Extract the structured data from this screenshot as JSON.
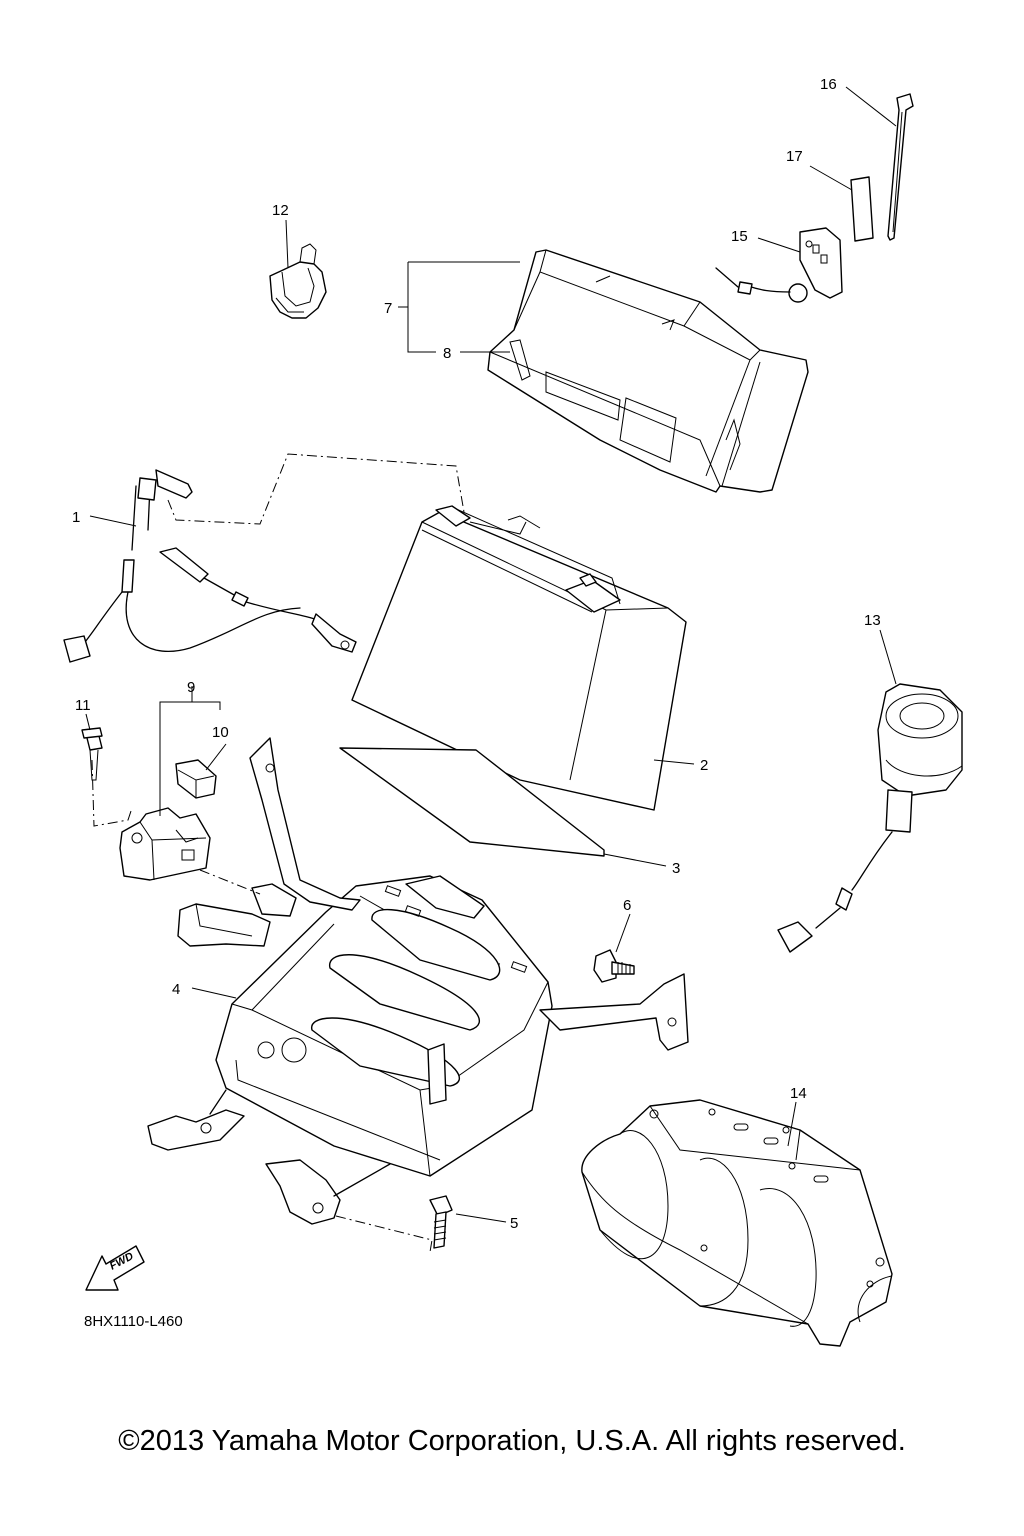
{
  "callouts": [
    {
      "id": "1",
      "label": "1"
    },
    {
      "id": "2",
      "label": "2"
    },
    {
      "id": "3",
      "label": "3"
    },
    {
      "id": "4",
      "label": "4"
    },
    {
      "id": "5",
      "label": "5"
    },
    {
      "id": "6",
      "label": "6"
    },
    {
      "id": "7",
      "label": "7"
    },
    {
      "id": "8",
      "label": "8"
    },
    {
      "id": "9",
      "label": "9"
    },
    {
      "id": "10",
      "label": "10"
    },
    {
      "id": "11",
      "label": "11"
    },
    {
      "id": "12",
      "label": "12"
    },
    {
      "id": "13",
      "label": "13"
    },
    {
      "id": "14",
      "label": "14"
    },
    {
      "id": "15",
      "label": "15"
    },
    {
      "id": "16",
      "label": "16"
    },
    {
      "id": "17",
      "label": "17"
    }
  ],
  "fwd_label": "FWD",
  "drawing_code": "8HX1110-L460",
  "copyright": "©2013 Yamaha Motor Corporation, U.S.A. All rights reserved."
}
